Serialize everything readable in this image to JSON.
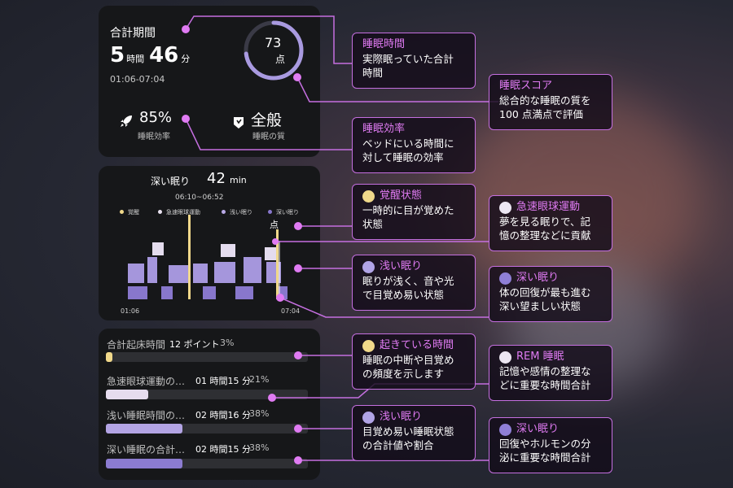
{
  "summary": {
    "total_label": "合計期間",
    "hours": "5",
    "hours_unit": "時間",
    "minutes": "46",
    "minutes_unit": "分",
    "range": "01:06-07:04",
    "score": "73",
    "score_unit": "点",
    "score_fraction": 0.73,
    "efficiency_value": "85%",
    "efficiency_label": "睡眠効率",
    "quality_value": "全般",
    "quality_label": "睡眠の質"
  },
  "stage_chart": {
    "selected_label": "深い眠り",
    "selected_value": "42",
    "selected_unit": "min",
    "selected_range": "06:10~06:52",
    "legend": [
      {
        "label": "覚醒",
        "color": "#f0d88a"
      },
      {
        "label": "急速眼球運動",
        "color": "#e9e2f0"
      },
      {
        "label": "浅い眠り",
        "color": "#b9a9e6"
      },
      {
        "label": "深い眠り",
        "color": "#8877cc"
      }
    ],
    "start_label": "01:06",
    "end_label": "07:04",
    "point_label": "点"
  },
  "breakdown": [
    {
      "label": "合計起床時間",
      "value": "12 ポイント",
      "percent": "3%",
      "fraction": 0.03,
      "color": "#f0d88a"
    },
    {
      "label": "急速眼球運動の…",
      "value": "01 時間15 分",
      "percent": "21%",
      "fraction": 0.21,
      "color": "#e6dcee"
    },
    {
      "label": "浅い睡眠時間の…",
      "value": "02 時間16 分",
      "percent": "38%",
      "fraction": 0.38,
      "color": "#b3a4e4"
    },
    {
      "label": "深い睡眠の合計…",
      "value": "02 時間15 分",
      "percent": "38%",
      "fraction": 0.38,
      "color": "#8b7bd0"
    }
  ],
  "callouts": [
    {
      "title": "睡眠時間",
      "body": "実際眠っていた合計\n時間",
      "dot": ""
    },
    {
      "title": "睡眠スコア",
      "body": "総合的な睡眠の質を\n100 点満点で評価",
      "dot": ""
    },
    {
      "title": "睡眠効率",
      "body": "ベッドにいる時間に\n対して睡眠の効率",
      "dot": ""
    },
    {
      "title": "覚醒状態",
      "body": "一時的に目が覚めた\n状態",
      "dot": "#f0d88a"
    },
    {
      "title": "急速眼球運動",
      "body": "夢を見る眠りで、記\n憶の整理などに貢献",
      "dot": "#ece6f2"
    },
    {
      "title": "浅い眠り",
      "body": "眠りが浅く、音や光\nで目覚め易い状態",
      "dot": "#b1a4e6"
    },
    {
      "title": "深い眠り",
      "body": "体の回復が最も進む\n深い望ましい状態",
      "dot": "#8f7fd6"
    },
    {
      "title": "起きている時間",
      "body": "睡眠の中断や目覚め\nの頻度を示します",
      "dot": "#f0d88a"
    },
    {
      "title": "REM 睡眠",
      "body": "記憶や感情の整理な\nどに重要な時間合計",
      "dot": "#ece6f2"
    },
    {
      "title": "浅い眠り",
      "body": "目覚め易い睡眠状態\nの合計値や割合",
      "dot": "#b1a4e6"
    },
    {
      "title": "深い眠り",
      "body": "回復やホルモンの分\n泌に重要な時間合計",
      "dot": "#8f7fd6"
    }
  ]
}
